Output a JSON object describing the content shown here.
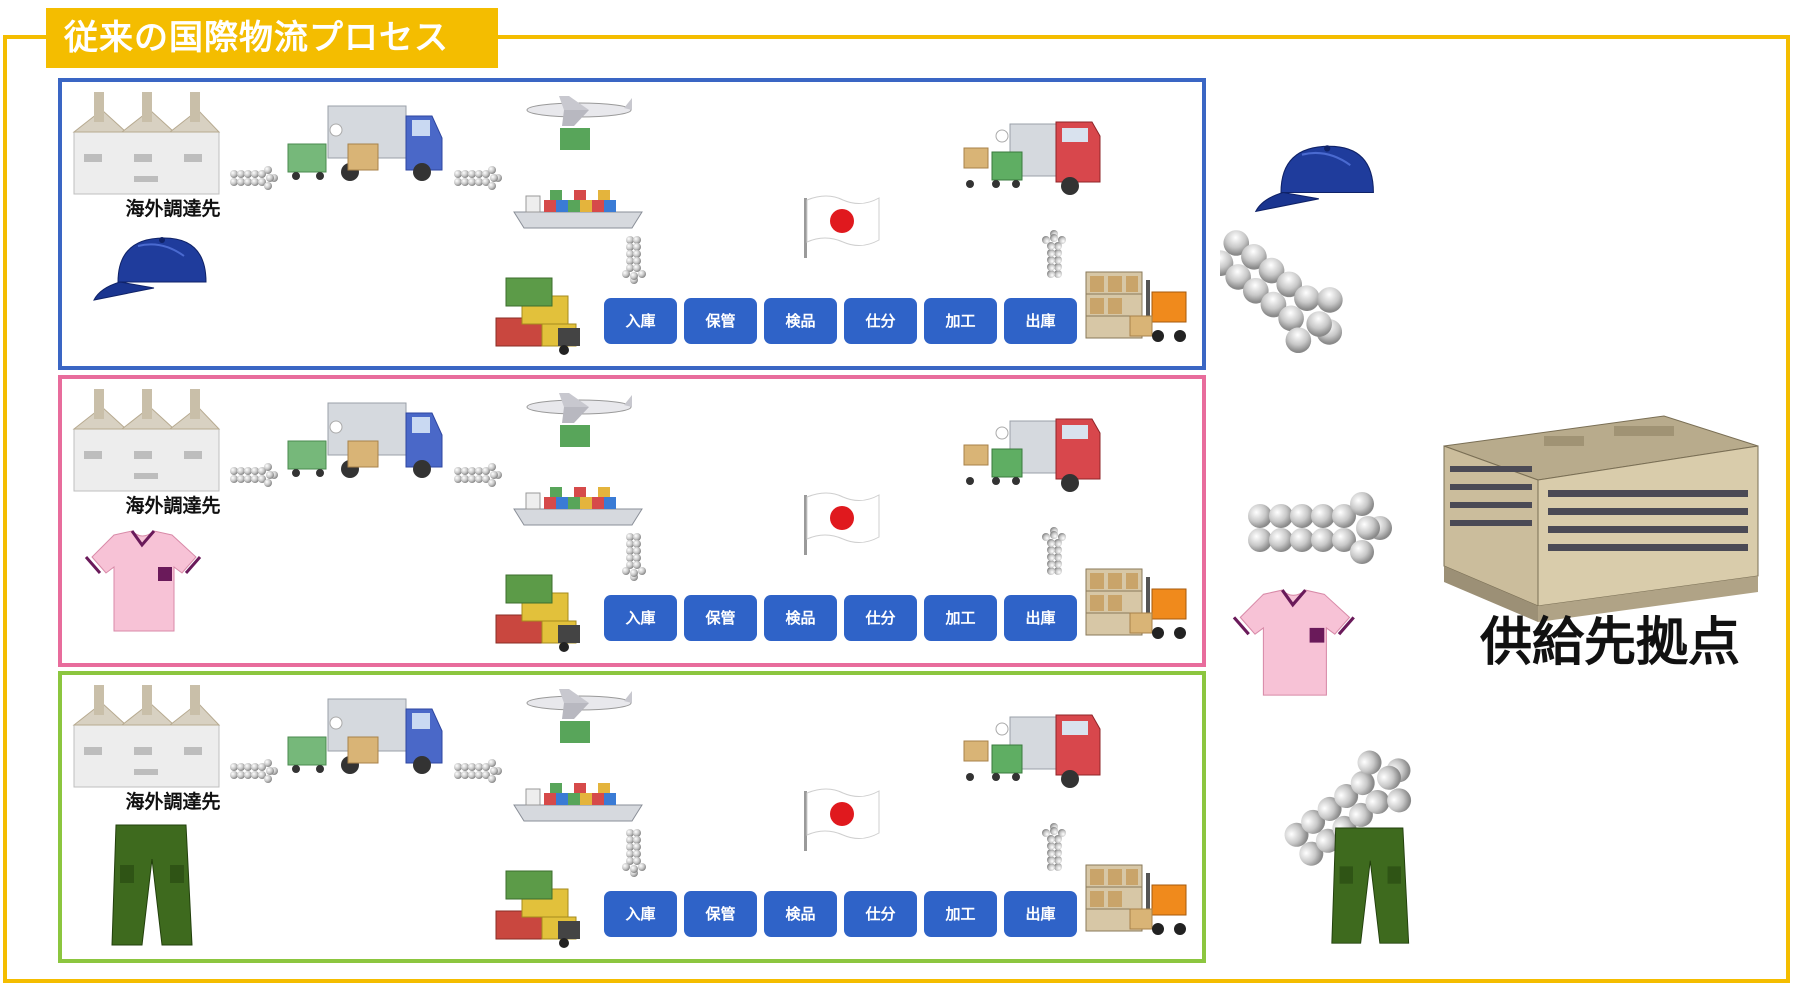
{
  "title": "従来の国際物流プロセス",
  "steps": [
    "入庫",
    "保管",
    "検品",
    "仕分",
    "加工",
    "出庫"
  ],
  "source_label": "海外調達先",
  "destination_label": "供給先拠点",
  "flows": [
    {
      "product": "cap",
      "border_color": "#3a66c4"
    },
    {
      "product": "polo-shirt",
      "border_color": "#e86c9c"
    },
    {
      "product": "cargo-pants",
      "border_color": "#8cc63f"
    }
  ],
  "colors": {
    "accent": "#f4bd00",
    "step": "#2f63c8"
  },
  "icons": [
    "factory-icon",
    "truck-loading-icon",
    "airplane-icon",
    "container-ship-icon",
    "japan-flag-icon",
    "container-stack-icon",
    "forklift-shelf-icon",
    "delivery-truck-icon",
    "arrow-icon",
    "warehouse-building-icon"
  ]
}
